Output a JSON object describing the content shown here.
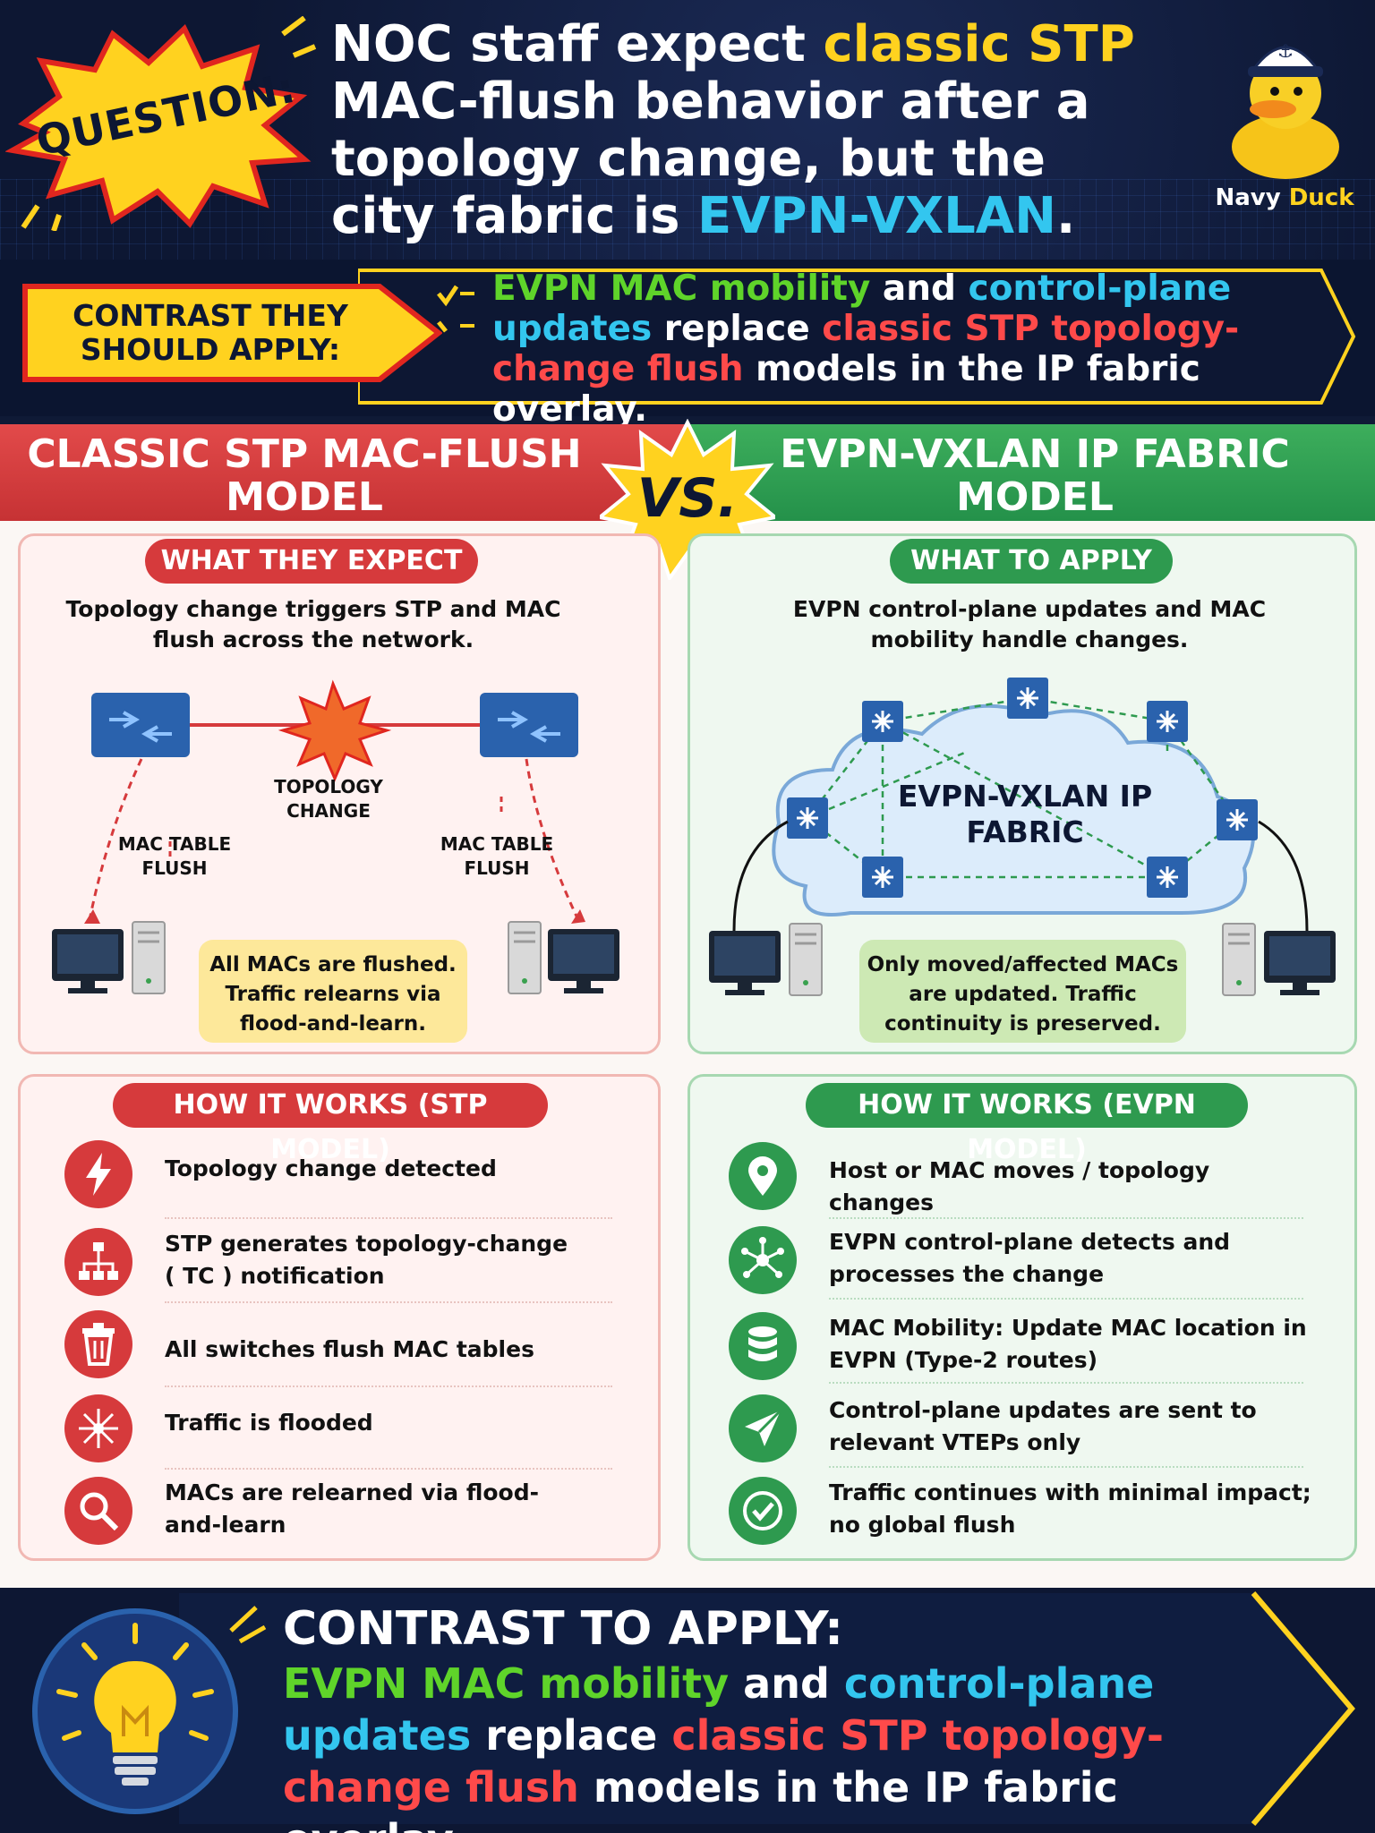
{
  "header": {
    "burst_label": "QUESTION:",
    "question": {
      "p1": "NOC staff expect ",
      "h1": "classic STP",
      "p2": " MAC-flush behavior after a topology change, but the city fabric is ",
      "h2": "EVPN-VXLAN",
      "p3": "."
    },
    "brand": {
      "name1": "Navy",
      "name2": " Duck"
    }
  },
  "contrast": {
    "tag": "CONTRAST THEY SHOULD APPLY:",
    "h1": "EVPN MAC mobility",
    "p1": " and ",
    "h2": "control-plane updates",
    "p2": " replace ",
    "h3": "classic STP topology-change flush",
    "p3": " models in the IP fabric overlay."
  },
  "compare": {
    "left_title": "CLASSIC STP MAC-FLUSH MODEL",
    "right_title": "EVPN-VXLAN IP FABRIC MODEL",
    "vs": "VS."
  },
  "left_top": {
    "pill": "WHAT THEY EXPECT",
    "desc": "Topology change triggers STP and MAC flush across the network.",
    "topology_label": "TOPOLOGY CHANGE",
    "flush_left": "MAC TABLE FLUSH",
    "flush_right": "MAC TABLE FLUSH",
    "note": "All MACs are flushed. Traffic relearns via flood-and-learn."
  },
  "right_top": {
    "pill": "WHAT TO APPLY",
    "desc": "EVPN control-plane updates and MAC mobility handle changes.",
    "fabric_label": "EVPN-VXLAN IP FABRIC",
    "note": "Only moved/affected MACs are updated. Traffic continuity is preserved."
  },
  "left_steps": {
    "pill": "HOW IT WORKS (STP MODEL)",
    "items": [
      {
        "icon": "lightning-icon",
        "text": "Topology change detected"
      },
      {
        "icon": "hierarchy-icon",
        "text": "STP generates topology-change ( TC ) notification"
      },
      {
        "icon": "trash-icon",
        "text": "All switches flush MAC tables"
      },
      {
        "icon": "flood-icon",
        "text": "Traffic is flooded"
      },
      {
        "icon": "search-icon",
        "text": "MACs are relearned via flood-and-learn"
      }
    ]
  },
  "right_steps": {
    "pill": "HOW IT WORKS (EVPN MODEL)",
    "items": [
      {
        "icon": "location-pin-icon",
        "text": "Host or MAC moves / topology changes"
      },
      {
        "icon": "network-hub-icon",
        "text": "EVPN control-plane detects and processes the change"
      },
      {
        "icon": "database-icon",
        "text": "MAC Mobility: Update MAC location in EVPN (Type-2 routes)"
      },
      {
        "icon": "send-icon",
        "text": "Control-plane updates are sent to relevant VTEPs only"
      },
      {
        "icon": "check-circle-icon",
        "text": "Traffic continues with minimal impact; no global flush"
      }
    ]
  },
  "bottom": {
    "title": "CONTRAST TO APPLY:",
    "h1": "EVPN MAC mobility",
    "p1": " and ",
    "h2": "control-plane updates",
    "p2": " replace ",
    "h3": "classic STP topology-change flush",
    "p3": " models in the IP fabric overlay."
  },
  "colors": {
    "navy": "#0d1733",
    "yellow": "#ffd21f",
    "green": "#5fd42a",
    "cyan": "#33c6ef",
    "red": "#ff4a4a",
    "panel_red": "#d63a3c",
    "panel_green": "#2e9a4f"
  }
}
